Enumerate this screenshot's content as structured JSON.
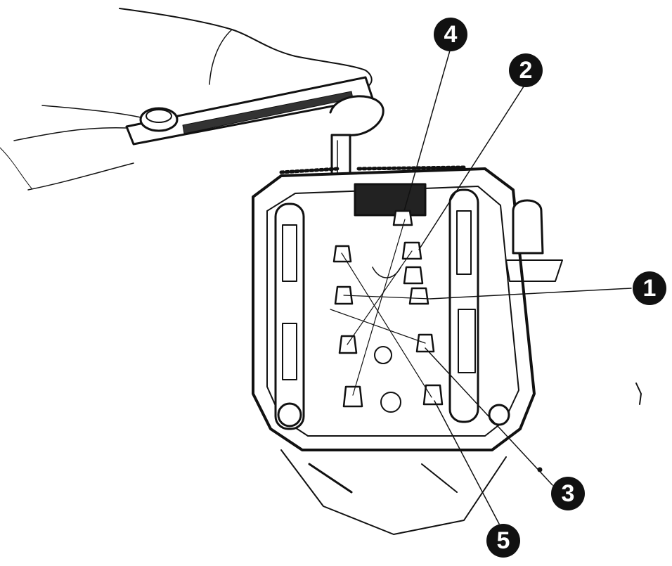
{
  "callouts": {
    "c1": "1",
    "c2": "2",
    "c3": "3",
    "c4": "4",
    "c5": "5"
  },
  "colors": {
    "ink": "#111111",
    "paper": "#ffffff"
  }
}
